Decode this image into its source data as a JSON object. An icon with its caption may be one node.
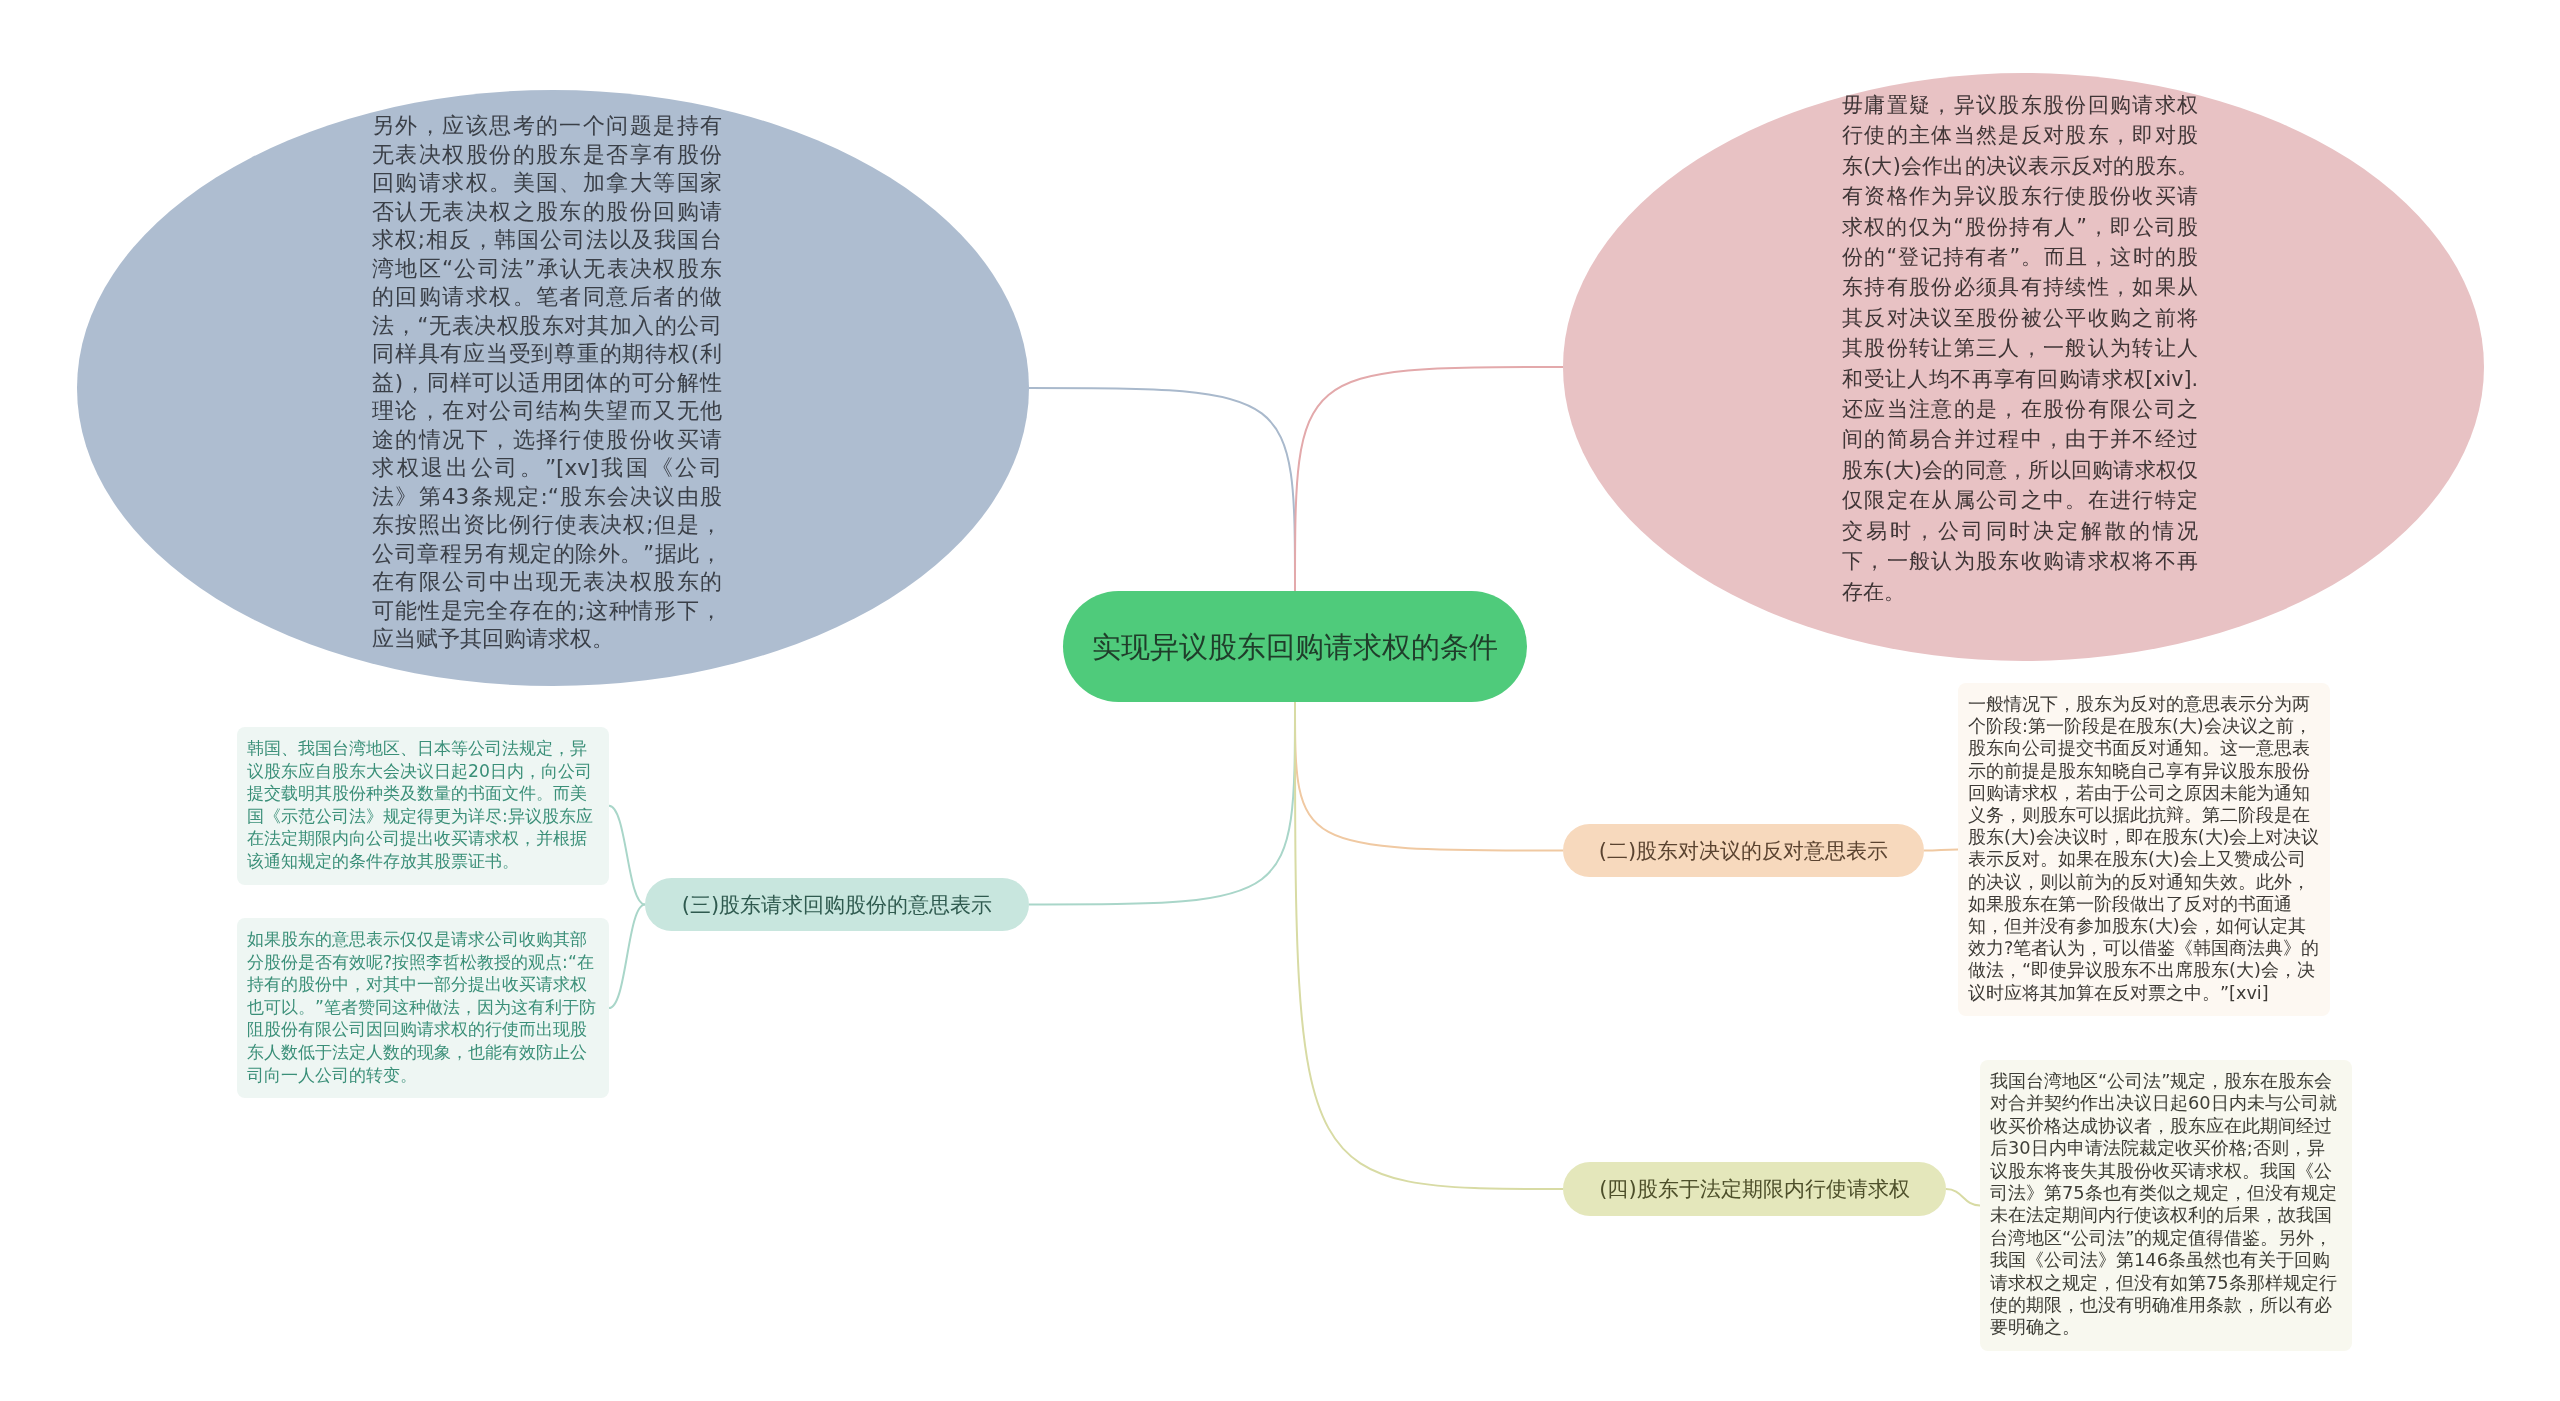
{
  "diagram": {
    "nodes": [
      {
        "text": [
          "实现异议股东回购请求权的条件"
        ]
      },
      {
        "text": [
          "另外，应该思考的一个问题是持有无表决权股份的股东是否享有股份回购请求权。美国、加拿大等国家否认无表决权之股东的股份回购请求权;相反，韩国公司法以及我国台湾地区“公司法”承认无表决权股东的回购请求权。笔者同意后者的做法，“无表决权股东对其加入的公司同样具有应当受到尊重的期待权(利益)，同样可以适用团体的可分解性理论，在对公司结构失望而又无他途的情况下，选择行使股份收买请求权退出公司。”[xv]我国《公司法》第43条规定:“股东会决议由股东按照出资比例行使表决权;但是，公司章程另有规定的除外。”据此，在有限公司中出现无表决权股东的可能性是完全存在的;这种情形下，应当赋予其回购请求权。"
        ]
      },
      {
        "text": [
          "毋庸置疑，异议股东股份回购请求权行使的主体当然是反对股东，即对股东(大)会作出的决议表示反对的股东。有资格作为异议股东行使股份收买请求权的仅为“股份持有人”，即公司股份的“登记持有者”。而且，这时的股东持有股份必须具有持续性，如果从其反对决议至股份被公平收购之前将其股份转让第三人，一般认为转让人和受让人均不再享有回购请求权[xiv].还应当注意的是，在股份有限公司之间的简易合并过程中，由于并不经过股东(大)会的同意，所以回购请求权仅仅限定在从属公司之中。在进行特定交易时，公司同时决定解散的情况下，一般认为股东收购请求权将不再存在。"
        ]
      },
      {
        "text": [
          "(二)股东对决议的反对意思表示"
        ]
      },
      {
        "text": [
          "一般情况下，股东为反对的意思表示分为两个阶段:第一阶段是在股东(大)会决议之前，股东向公司提交书面反对通知。这一意思表示的前提是股东知晓自己享有异议股东股份回购请求权，若由于公司之原因未能为通知义务，则股东可以据此抗辩。第二阶段是在股东(大)会决议时，即在股东(大)会上对决议表示反对。如果在股东(大)会上又赞成公司的决议，则以前为的反对通知失效。此外，如果股东在第一阶段做出了反对的书面通知，但并没有参加股东(大)会，如何认定其效力?笔者认为，可以借鉴《韩国商法典》的做法，“即使异议股东不出席股东(大)会，决议时应将其加算在反对票之中。”[xvi]"
        ]
      },
      {
        "text": [
          "(三)股东请求回购股份的意思表示"
        ]
      },
      {
        "text": [
          "韩国、我国台湾地区、日本等公司法规定，异议股东应自股东大会决议日起20日内，向公司提交载明其股份种类及数量的书面文件。而美国《示范公司法》规定得更为详尽:异议股东应在法定期限内向公司提出收买请求权，并根据该通知规定的条件存放其股票证书。"
        ]
      },
      {
        "text": [
          "如果股东的意思表示仅仅是请求公司收购其部分股份是否有效呢?按照李哲松教授的观点:“在持有的股份中，对其中一部分提出收买请求权也可以。”笔者赞同这种做法，因为这有利于防阻股份有限公司因回购请求权的行使而出现股东人数低于法定人数的现象，也能有效防止公司向一人公司的转变。"
        ]
      },
      {
        "text": [
          "(四)股东于法定期限内行使请求权"
        ]
      },
      {
        "text": [
          "我国台湾地区“公司法”规定，股东在股东会对合并契约作出决议日起60日内未与公司就收买价格达成协议者，股东应在此期间经过后30日内申请法院裁定收买价格;否则，异议股东将丧失其股份收买请求权。我国《公司法》第75条也有类似之规定，但没有规定未在法定期间内行使该权利的后果，故我国台湾地区“公司法”的规定值得借鉴。另外，我国《公司法》第146条虽然也有关于回购请求权之规定，但没有如第75条那样规定行使的期限，也没有明确准用条款，所以有必要明确之。"
        ]
      }
    ],
    "edges": [
      {
        "from": 0,
        "to": 1,
        "arrow": "none",
        "color": "#a9b9cc"
      },
      {
        "from": 0,
        "to": 2,
        "arrow": "none",
        "color": "#e3a9ab"
      },
      {
        "from": 0,
        "to": 3,
        "arrow": "none",
        "color": "#f0c9a2"
      },
      {
        "from": 3,
        "to": 4,
        "arrow": "none",
        "color": "#f0c9a2"
      },
      {
        "from": 0,
        "to": 5,
        "arrow": "none",
        "color": "#a9d6c9"
      },
      {
        "from": 5,
        "to": 6,
        "arrow": "none",
        "color": "#a9d6c9"
      },
      {
        "from": 5,
        "to": 7,
        "arrow": "none",
        "color": "#a9d6c9"
      },
      {
        "from": 0,
        "to": 8,
        "arrow": "none",
        "color": "#d8dba4"
      },
      {
        "from": 8,
        "to": 9,
        "arrow": "none",
        "color": "#d8dba4"
      }
    ]
  }
}
